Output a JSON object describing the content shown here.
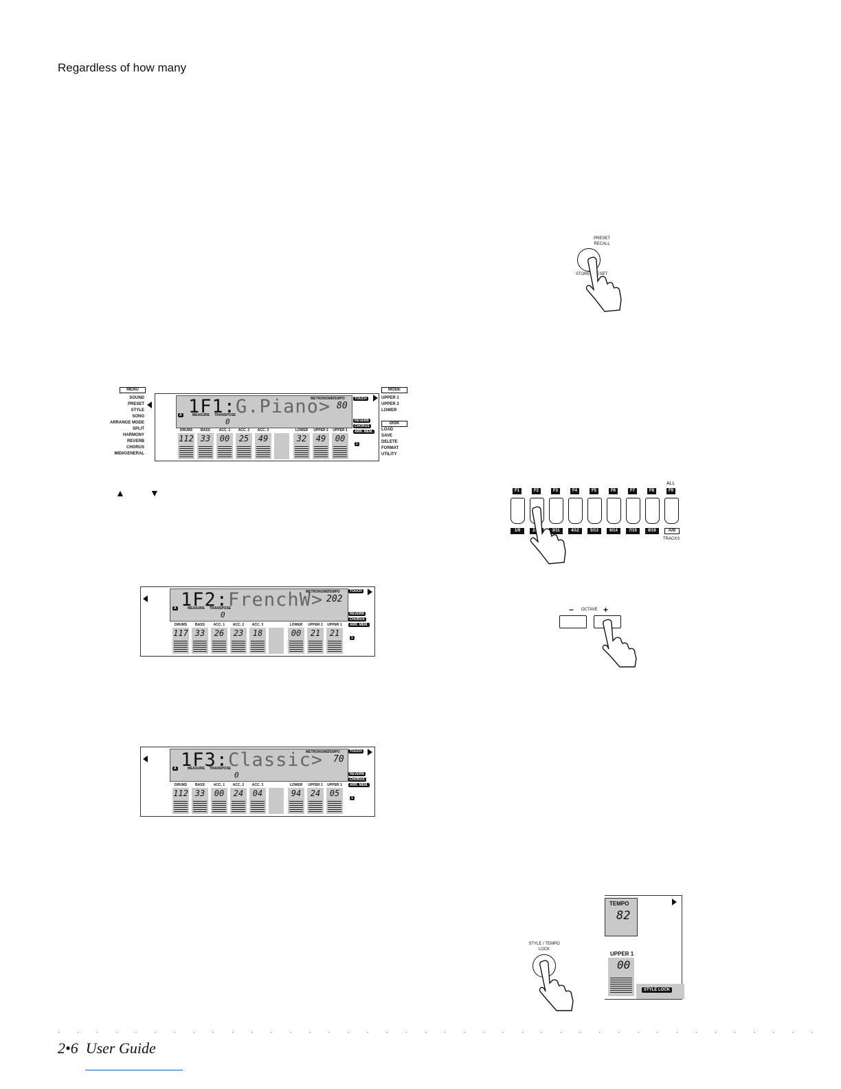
{
  "intro_text": "Regardless of how many",
  "preset_button": {
    "top_label_1": "PRESET",
    "top_label_2": "RECALL",
    "bottom_label": "STORE PRESET"
  },
  "main_display": {
    "menu_title": "MENU",
    "menu_items": [
      "SOUND",
      "PRESET",
      "STYLE",
      "SONG",
      "ARRANGE MODE",
      "SPLIT",
      "HARMONY",
      "REVERB",
      "CHORUS",
      "MIDI/GENERAL"
    ],
    "mode_title": "MODE",
    "mode_items": [
      "UPPER 1",
      "UPPER 2",
      "LOWER"
    ],
    "disk_title": "DISK",
    "disk_items": [
      "LOAD",
      "SAVE",
      "DELETE",
      "FORMAT",
      "UTILITY"
    ],
    "preset_number": "1F1",
    "preset_name": "G.Piano>",
    "metronome_label": "METRONOME",
    "tempo_label": "TEMPO",
    "tempo": "80",
    "measure_label": "MEASURE",
    "transpose_label": "TRANSPOSE",
    "transpose": "0",
    "a_badge": "A",
    "touch": "TOUCH",
    "reverb": "REVERB",
    "chorus": "CHORUS",
    "arr_mem": "ARR. MEM.",
    "one_badge": "1",
    "channels": [
      {
        "label": "DRUMS",
        "value": "112"
      },
      {
        "label": "BASS",
        "value": "33"
      },
      {
        "label": "ACC. 1",
        "value": "00"
      },
      {
        "label": "ACC. 2",
        "value": "25"
      },
      {
        "label": "ACC. 3",
        "value": "49"
      },
      {
        "label": "LOWER",
        "value": "32"
      },
      {
        "label": "UPPER 2",
        "value": "49"
      },
      {
        "label": "UPPER 1",
        "value": "00"
      }
    ]
  },
  "arrow_up_glyph": "▲",
  "arrow_down_glyph": "▼",
  "display_2": {
    "preset_number": "1F2",
    "preset_name": "FrenchW>",
    "tempo": "202",
    "transpose": "0",
    "channels": [
      "117",
      "33",
      "26",
      "23",
      "18",
      "00",
      "21",
      "21"
    ]
  },
  "display_3": {
    "preset_number": "1F3",
    "preset_name": "Classic>",
    "tempo": "70",
    "transpose": "0",
    "channels": [
      "112",
      "33",
      "00",
      "24",
      "04",
      "94",
      "24",
      "05"
    ]
  },
  "fkeys": {
    "all_label": "ALL",
    "top": [
      "F1",
      "F2",
      "F3",
      "F4",
      "F5",
      "F6",
      "F7",
      "F8",
      "F9"
    ],
    "bottom": [
      "1/9",
      "2/10",
      "3/11",
      "4/12",
      "5/13",
      "6/14",
      "7/15",
      "8/16",
      "A/B"
    ],
    "tracks_label": "TRACKS"
  },
  "octave": {
    "minus": "−",
    "label": "OCTAVE",
    "plus": "+"
  },
  "style_lock_button": {
    "label_1": "STYLE / TEMPO",
    "label_2": "LOCK"
  },
  "style_lock_display": {
    "tempo_label": "TEMPO",
    "tempo": "82",
    "upper_label": "UPPER 1",
    "upper_value": "00",
    "badge": "STYLE LOCK"
  },
  "footer": {
    "dots": ". . . . . . . . . . . . . . . . . . . . . . . . . . . . . . . . . . . . . . . .",
    "page": "2•6",
    "title": "User Guide"
  }
}
